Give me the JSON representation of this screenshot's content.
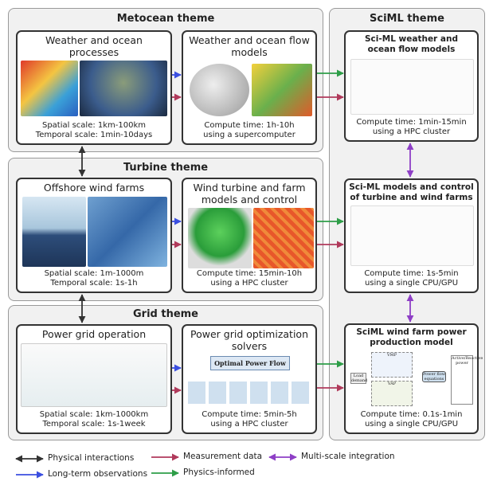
{
  "themes": {
    "metocean": "Metocean theme",
    "turbine": "Turbine theme",
    "grid": "Grid theme",
    "sciml": "SciML theme"
  },
  "panels": {
    "weather_processes": {
      "title": "Weather and ocean processes",
      "foot1": "Spatial scale: 1km-100km",
      "foot2": "Temporal scale: 1min-10days"
    },
    "weather_models": {
      "title": "Weather and ocean flow models",
      "foot1": "Compute time: 1h-10h",
      "foot2": "using a supercomputer"
    },
    "offshore": {
      "title": "Offshore wind farms",
      "foot1": "Spatial scale: 1m-1000m",
      "foot2": "Temporal scale: 1s-1h"
    },
    "turbine_models": {
      "title": "Wind turbine and farm models and control",
      "foot1": "Compute time: 15min-10h",
      "foot2": "using a HPC cluster"
    },
    "grid_op": {
      "title": "Power grid operation",
      "foot1": "Spatial scale: 1km-1000km",
      "foot2": "Temporal scale: 1s-1week"
    },
    "grid_solvers": {
      "title": "Power grid optimization solvers",
      "foot1": "Compute time: 5min-5h",
      "foot2": "using a HPC cluster",
      "opf": "Optimal Power Flow"
    },
    "sciml_weather": {
      "title": "Sci-ML weather and ocean flow models",
      "foot1": "Compute time: 1min-15min",
      "foot2": "using a HPC cluster"
    },
    "sciml_turbine": {
      "title": "Sci-ML models and control of turbine and wind farms",
      "foot1": "Compute time: 1s-5min",
      "foot2": "using a single CPU/GPU"
    },
    "sciml_power": {
      "title": "SciML wind farm power production model",
      "foot1": "Compute time: 0.1s-1min",
      "foot2": "using a single CPU/GPU",
      "vmp": "VMP",
      "vap": "VAP",
      "load": "Load demand",
      "pf": "Power flow equations",
      "out": "Active/Reactive power"
    }
  },
  "legend": [
    {
      "label": "Physical interactions",
      "color": "#333333",
      "double": true
    },
    {
      "label": "Measurement data",
      "color": "#b03a5b",
      "double": false
    },
    {
      "label": "Multi-scale integration",
      "color": "#8e3fc6",
      "double": true
    },
    {
      "label": "Long-term observations",
      "color": "#3b4fe0",
      "double": false
    },
    {
      "label": "Physics-informed",
      "color": "#2e9e48",
      "double": false
    }
  ]
}
